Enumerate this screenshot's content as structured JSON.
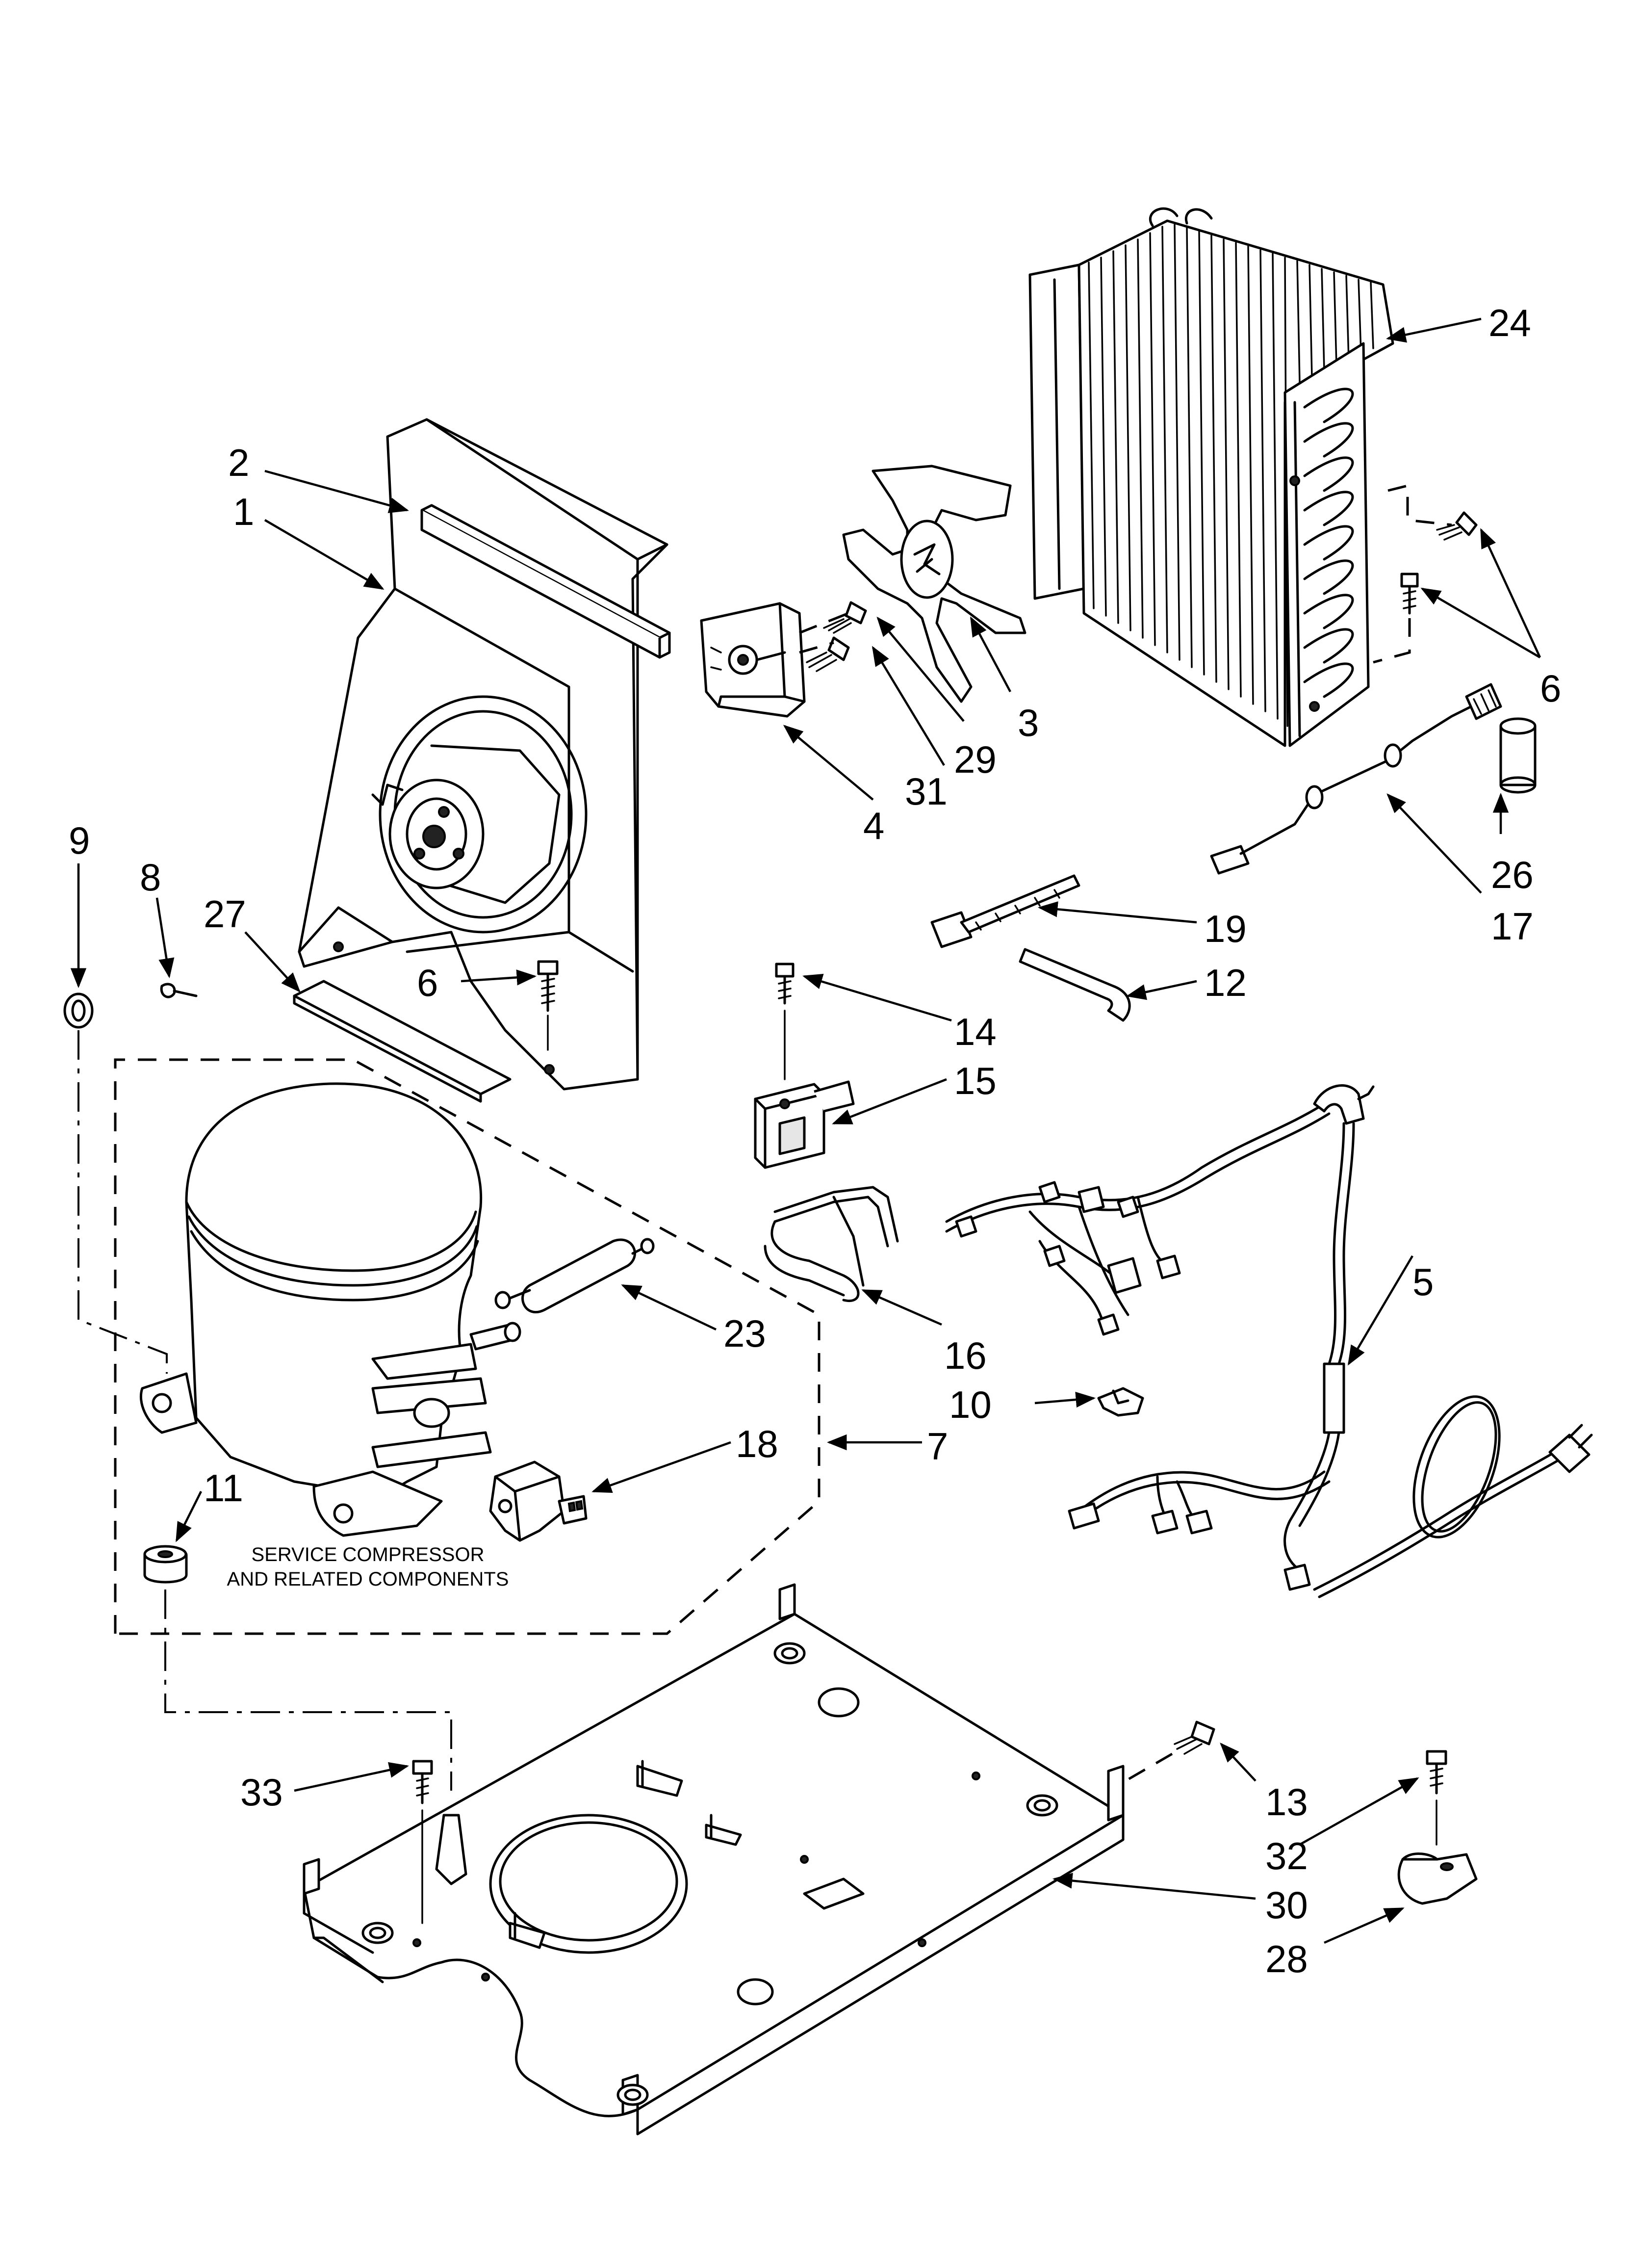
{
  "note": {
    "line1": "SERVICE COMPRESSOR",
    "line2": "AND RELATED COMPONENTS"
  },
  "callouts": [
    "1",
    "2",
    "3",
    "4",
    "5",
    "6",
    "6",
    "6",
    "7",
    "8",
    "9",
    "10",
    "11",
    "12",
    "13",
    "14",
    "15",
    "16",
    "17",
    "18",
    "19",
    "23",
    "24",
    "26",
    "27",
    "28",
    "29",
    "30",
    "31",
    "32",
    "33"
  ]
}
